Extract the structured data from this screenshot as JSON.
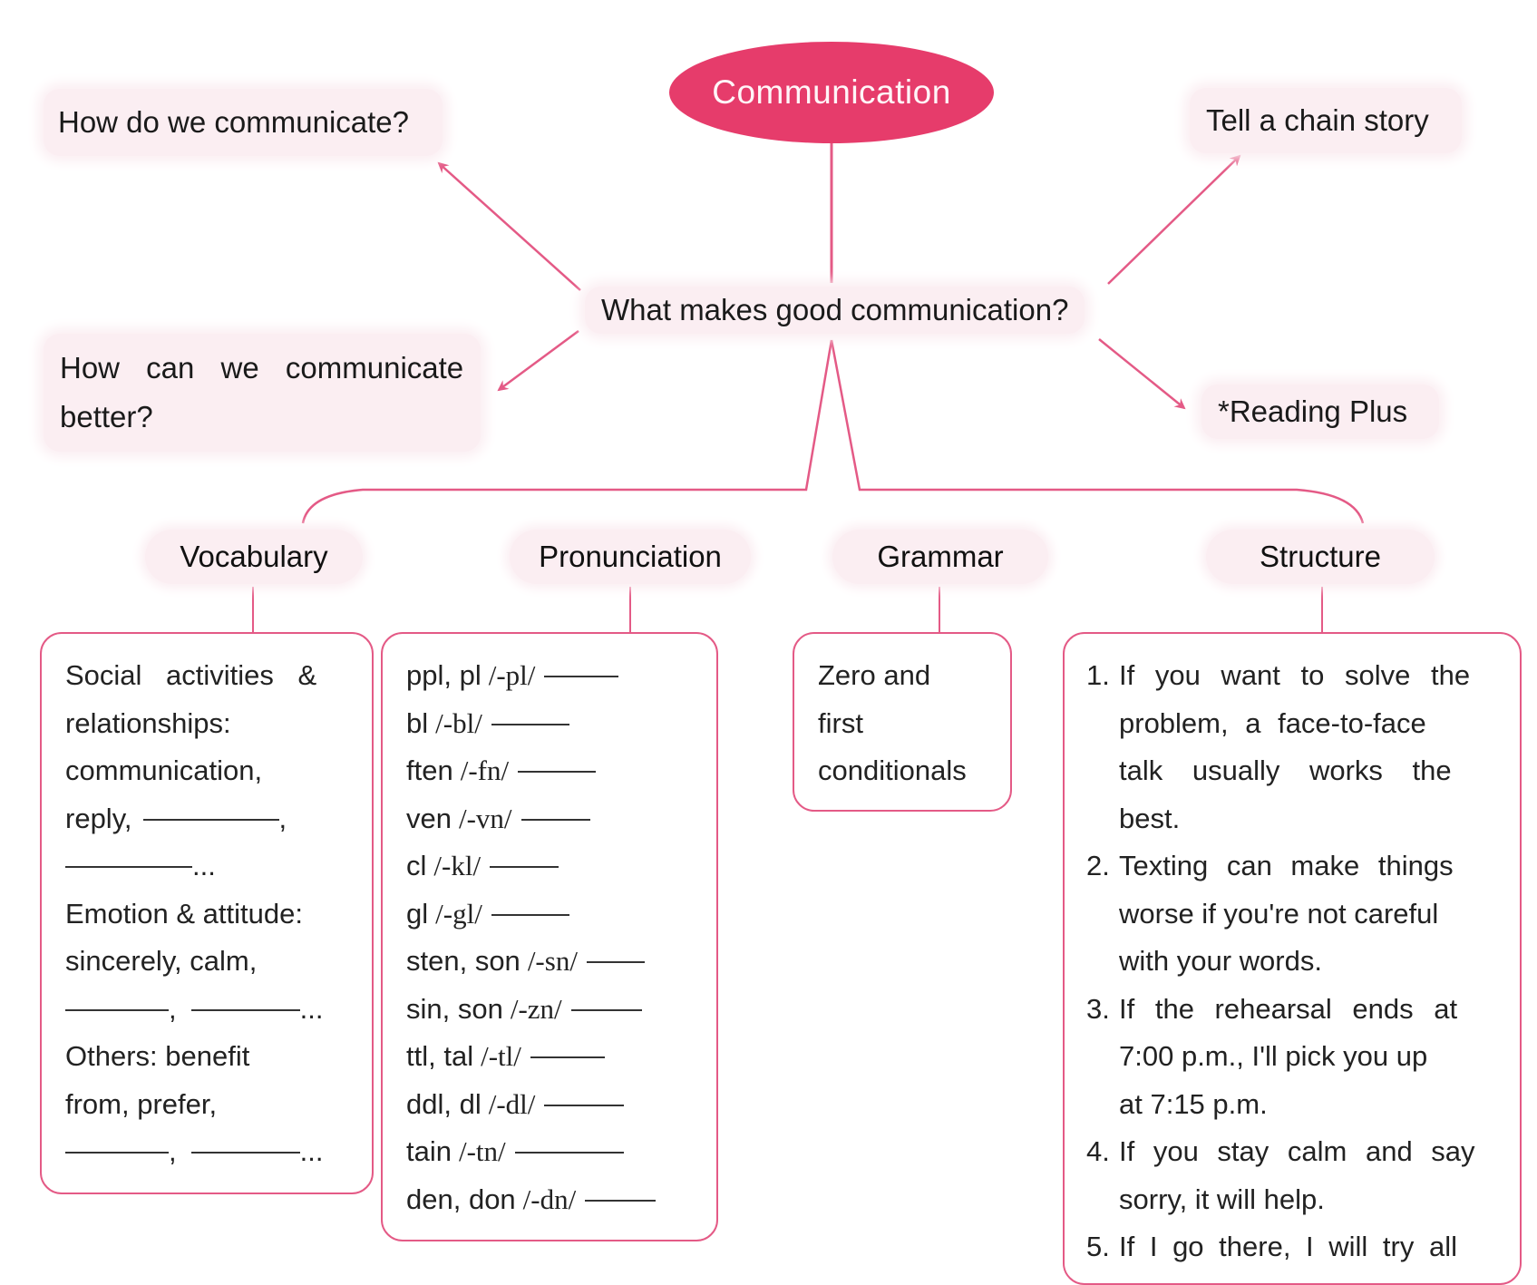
{
  "center": {
    "label": "Communication"
  },
  "hub": {
    "label": "What makes good communication?"
  },
  "outer_nodes": {
    "how_communicate": "How do we communicate?",
    "communicate_better_line1": "How can we communicate",
    "communicate_better_line2": "better?",
    "chain_story": "Tell a chain story",
    "reading_plus": "*Reading Plus"
  },
  "categories": {
    "vocabulary": "Vocabulary",
    "pronunciation": "Pronunciation",
    "grammar": "Grammar",
    "structure": "Structure"
  },
  "vocabulary_box": {
    "l1": "Social activities &",
    "l2": "relationships:",
    "l3": "communication,",
    "l4": "reply,",
    "l4_end": ",",
    "l5_end": "...",
    "l6": "Emotion & attitude:",
    "l7": "sincerely, calm,",
    "l8_mid": ",",
    "l8_end": "...",
    "l9": "Others: benefit",
    "l10": "from, prefer,",
    "l11_mid": ",",
    "l11_end": "..."
  },
  "pronunciation_box": {
    "items": [
      {
        "spelling": "ppl, pl",
        "sound": "/-pl/"
      },
      {
        "spelling": "bl",
        "sound": "/-bl/"
      },
      {
        "spelling": "ften",
        "sound": "/-fn/"
      },
      {
        "spelling": "ven",
        "sound": "/-vn/"
      },
      {
        "spelling": "cl",
        "sound": "/-kl/"
      },
      {
        "spelling": "gl",
        "sound": "/-gl/"
      },
      {
        "spelling": "sten, son",
        "sound": "/-sn/"
      },
      {
        "spelling": "sin, son",
        "sound": "/-zn/"
      },
      {
        "spelling": "ttl, tal",
        "sound": "/-tl/"
      },
      {
        "spelling": "ddl, dl",
        "sound": "/-dl/"
      },
      {
        "spelling": "tain",
        "sound": "/-tn/"
      },
      {
        "spelling": "den, don",
        "sound": "/-dn/"
      }
    ]
  },
  "grammar_box": {
    "l1": "Zero and",
    "l2": "first",
    "l3": "conditionals"
  },
  "structure_box": {
    "s1_num": "1.",
    "s1_l1": "If you want to solve the",
    "s1_l2": "problem, a face-to-face",
    "s1_l3": "talk usually works the",
    "s1_l4": "best.",
    "s2_num": "2.",
    "s2_l1": "Texting can make things",
    "s2_l2": "worse if you're not careful",
    "s2_l3": "with your words.",
    "s3_num": "3.",
    "s3_l1": "If the rehearsal ends at",
    "s3_l2": "7:00 p.m., I'll pick you up",
    "s3_l3": "at 7:15 p.m.",
    "s4_num": "4.",
    "s4_l1": "If you stay calm and say",
    "s4_l2": "sorry, it will help.",
    "s5_num": "5.",
    "s5_l1": "If I go there, I will try all"
  },
  "colors": {
    "accent": "#e63c6b",
    "line": "#e45a86",
    "soft_bg": "#fbeef2"
  }
}
